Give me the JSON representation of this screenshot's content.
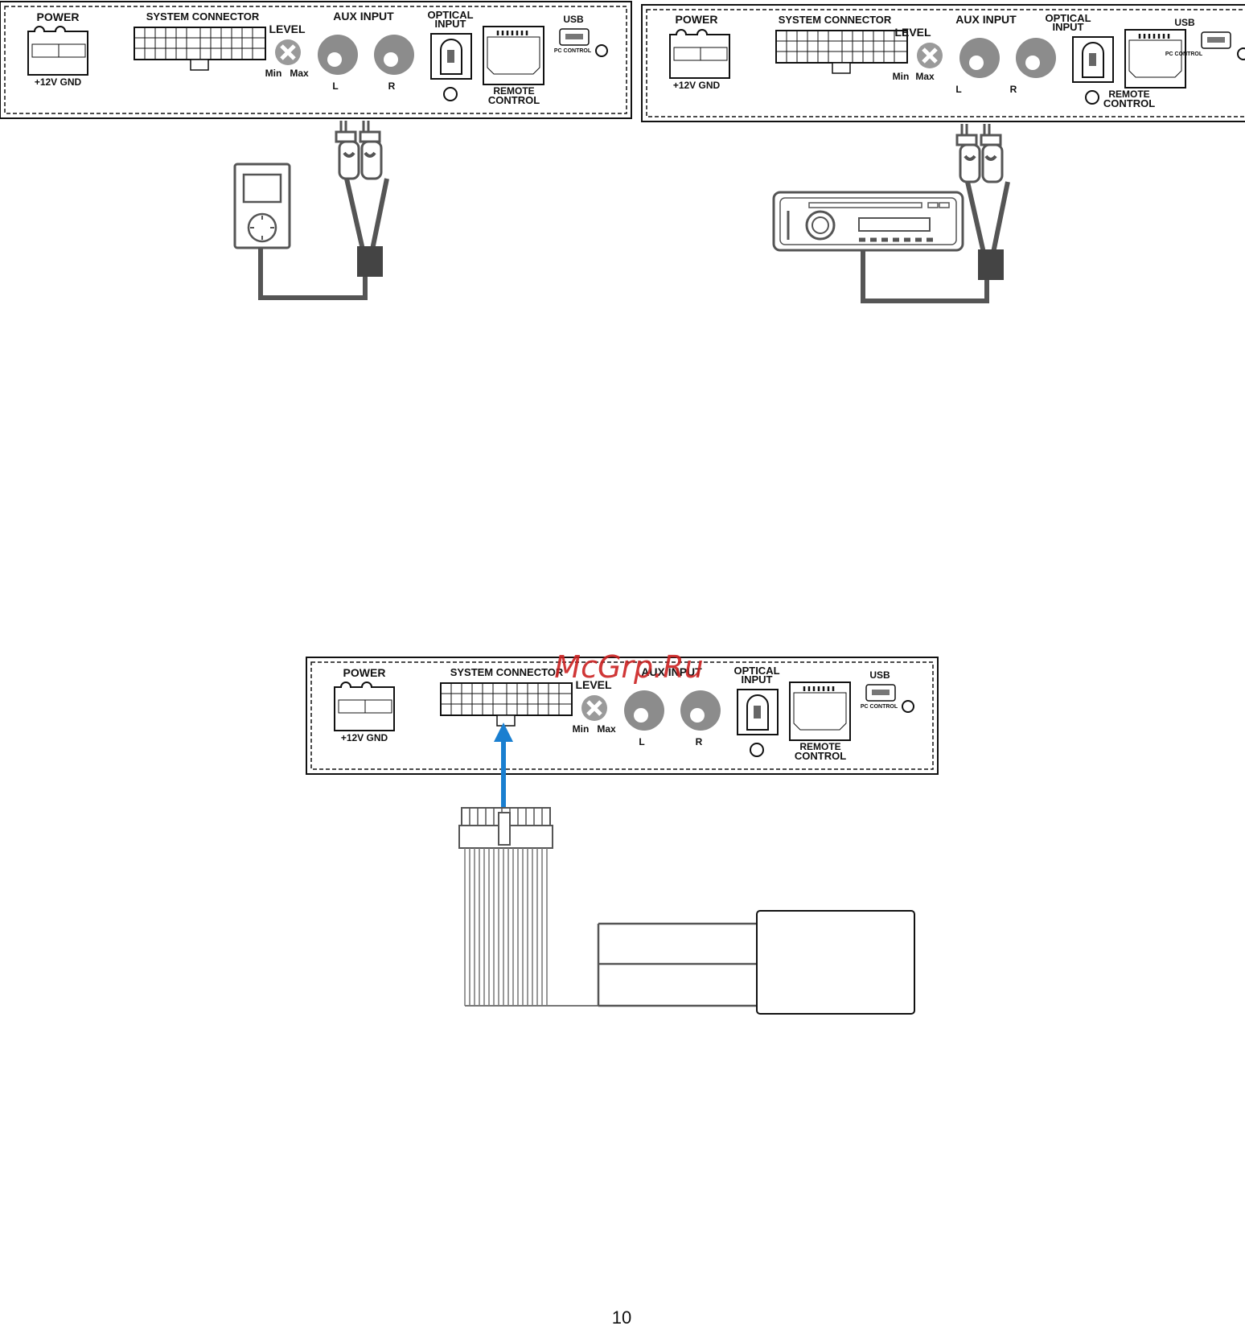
{
  "panel": {
    "power": "POWER",
    "power_terms": "+12V GND",
    "system": "SYSTEM  CONNECTOR",
    "level": "LEVEL",
    "level_min": "Min",
    "level_max": "Max",
    "aux": "AUX INPUT",
    "aux_l": "L",
    "aux_r": "R",
    "optical_1": "OPTICAL",
    "optical_2": "INPUT",
    "remote_1": "REMOTE",
    "remote_2": "CONTROL",
    "usb": "USB",
    "pc_control": "PC CONTROL"
  },
  "watermark": "McGrp.Ru",
  "page_number": "10",
  "colors": {
    "arrow": "#1a7fd0",
    "watermark": "#cc2222",
    "line": "#111111"
  }
}
